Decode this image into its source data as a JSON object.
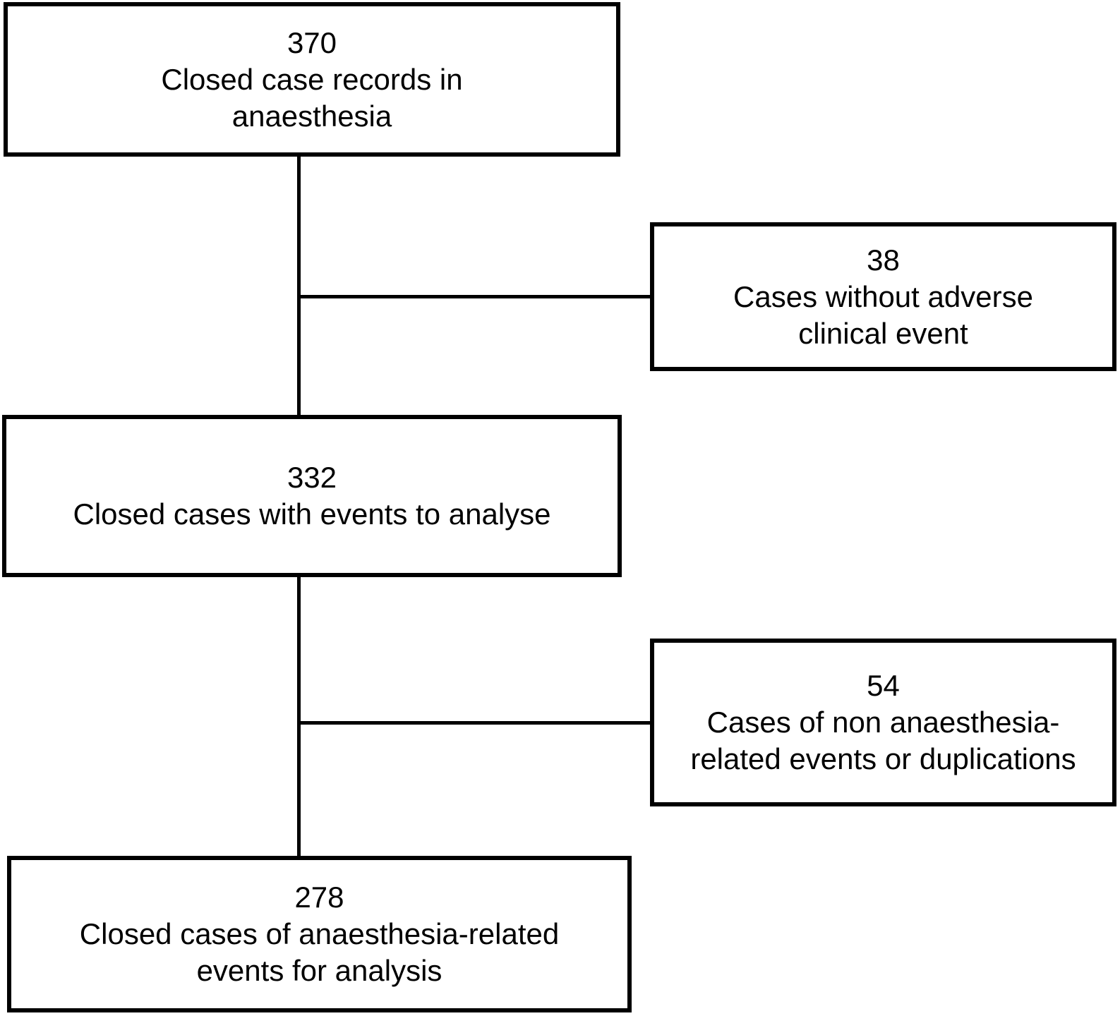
{
  "flowchart": {
    "background_color": "#ffffff",
    "line_color": "#000000",
    "box_fill_color": "#ffffff",
    "nodes": [
      {
        "id": "closed-case-records",
        "count": "370",
        "lines": [
          "Closed case records in",
          "anaesthesia"
        ]
      },
      {
        "id": "cases-without-adverse-event",
        "count": "38",
        "lines": [
          "Cases without adverse",
          "clinical event"
        ]
      },
      {
        "id": "closed-cases-with-events",
        "count": "332",
        "lines": [
          "Closed cases with events to analyse"
        ]
      },
      {
        "id": "non-anaesthesia-or-duplications",
        "count": "54",
        "lines": [
          "Cases of non anaesthesia-",
          "related events or duplications"
        ]
      },
      {
        "id": "closed-cases-for-analysis",
        "count": "278",
        "lines": [
          "Closed cases of anaesthesia-related",
          "events for analysis"
        ]
      }
    ],
    "edges": [
      {
        "from": "closed-case-records",
        "to": "closed-cases-with-events",
        "type": "vertical"
      },
      {
        "from": "closed-case-records",
        "to": "cases-without-adverse-event",
        "type": "branch-right"
      },
      {
        "from": "closed-cases-with-events",
        "to": "closed-cases-for-analysis",
        "type": "vertical"
      },
      {
        "from": "closed-cases-with-events",
        "to": "non-anaesthesia-or-duplications",
        "type": "branch-right"
      }
    ]
  }
}
